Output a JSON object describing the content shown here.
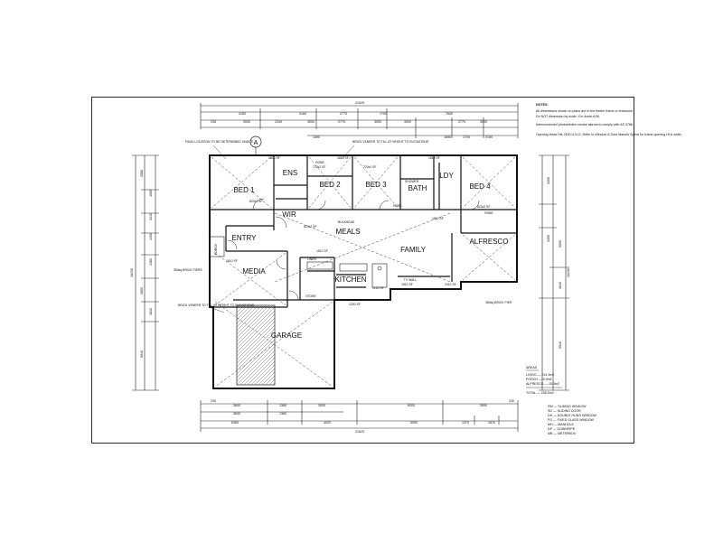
{
  "rooms": {
    "bed1": "BED 1",
    "bed2": "BED 2",
    "bed3": "BED 3",
    "bed4": "BED 4",
    "ens": "ENS",
    "wir": "WIR",
    "bath": "BATH",
    "ldy": "LDY",
    "entry": "ENTRY",
    "meals": "MEALS",
    "family": "FAMILY",
    "alfresco": "ALFRESCO",
    "media": "MEDIA",
    "kitchen": "KITCHEN",
    "garage": "GARAGE",
    "porch": "PORCH",
    "store": "STORE",
    "linen": "LINEN",
    "robe_bed2": "ROBE",
    "robe_bed4": "ROBE",
    "robe_bed3": "ROBE"
  },
  "top_dims": {
    "overall": "21620",
    "row2": [
      "4160",
      "4160",
      "2770",
      "1750",
      "7840"
    ],
    "row3": [
      "230",
      "3930",
      "2340",
      "3000",
      "2770",
      "3000",
      "3000",
      "2770",
      "3000"
    ],
    "row4": [
      "1390",
      "1690",
      "1700",
      "2150"
    ]
  },
  "bottom_dims": {
    "row1": [
      "230",
      "3600",
      "1360",
      "3000",
      "6000",
      "3590",
      "230"
    ],
    "row2": [
      "3600",
      "1360"
    ],
    "row3": [
      "6360",
      "4020",
      "5050",
      "1370",
      "1870"
    ],
    "overall": "21620"
  },
  "left_dims": {
    "overall": "16230",
    "segments": [
      "2880",
      "4000",
      "3340",
      "1450",
      "2380",
      "3800",
      "1810",
      "5940"
    ]
  },
  "right_dims": {
    "overall": "16230",
    "segments": [
      "3390",
      "3350",
      "5000",
      "3640",
      "5940"
    ]
  },
  "annotations": {
    "window_note": "FINAL LOCATION TO BE DETERMINED ONSITE",
    "brick_veneer_top": "BRICK VENEER TO TILL AT HEIGHT TO ELEVATIONS",
    "brick_veneer_left": "BRICK VENEER TO TILL AT HEIGHT TO ELEVATIONS",
    "tv_wall": "TV WALL",
    "brick_pier": "350sq BRICK PIER",
    "brick_piers": "350sq BRICK PIERS",
    "section_marker": "A",
    "shower": "SHOWER",
    "bulkhead": "BULKHEAD"
  },
  "window_codes": [
    "1810 SF",
    "720x2 SF",
    "1810 SF",
    "720x2 SF",
    "1810 SF",
    "820x2 SF",
    "1510 SF",
    "820x2 SF",
    "820x2 SF",
    "1510 SF",
    "2120 SF",
    "1810 SF",
    "2410 SF",
    "1200 SF",
    "1810 SF"
  ],
  "notes": {
    "title": "NOTES:",
    "items": [
      "All dimensions shown on plans are to the timber frame or brickwork.",
      "Do NOT dimension by scale, if in doubt ASK.",
      "Interconnected photoelectric smoke alarms to comply with AS 3786",
      "Opening Head Hts 2100 U.N.O. Refer to Window & Door Manufs Specs for frame opening Ht & width."
    ]
  },
  "areas": {
    "title": "AREAS",
    "living": "LIVING — 214.3m2",
    "porch": "PORCH — 6.9m2",
    "alfresco": "ALFRESCO — 15.3m2",
    "total": "TOTAL — 236.5m2"
  },
  "legend": [
    "SW — SLIDING WINDOW",
    "SD — SLIDING DOOR",
    "DH — DOUBLE HUNG WINDOW",
    "FG — FIXED GLASS WINDOW",
    "MH — MANHOLE",
    "DP — DOWNPIPE",
    "MB — METERBOX"
  ]
}
